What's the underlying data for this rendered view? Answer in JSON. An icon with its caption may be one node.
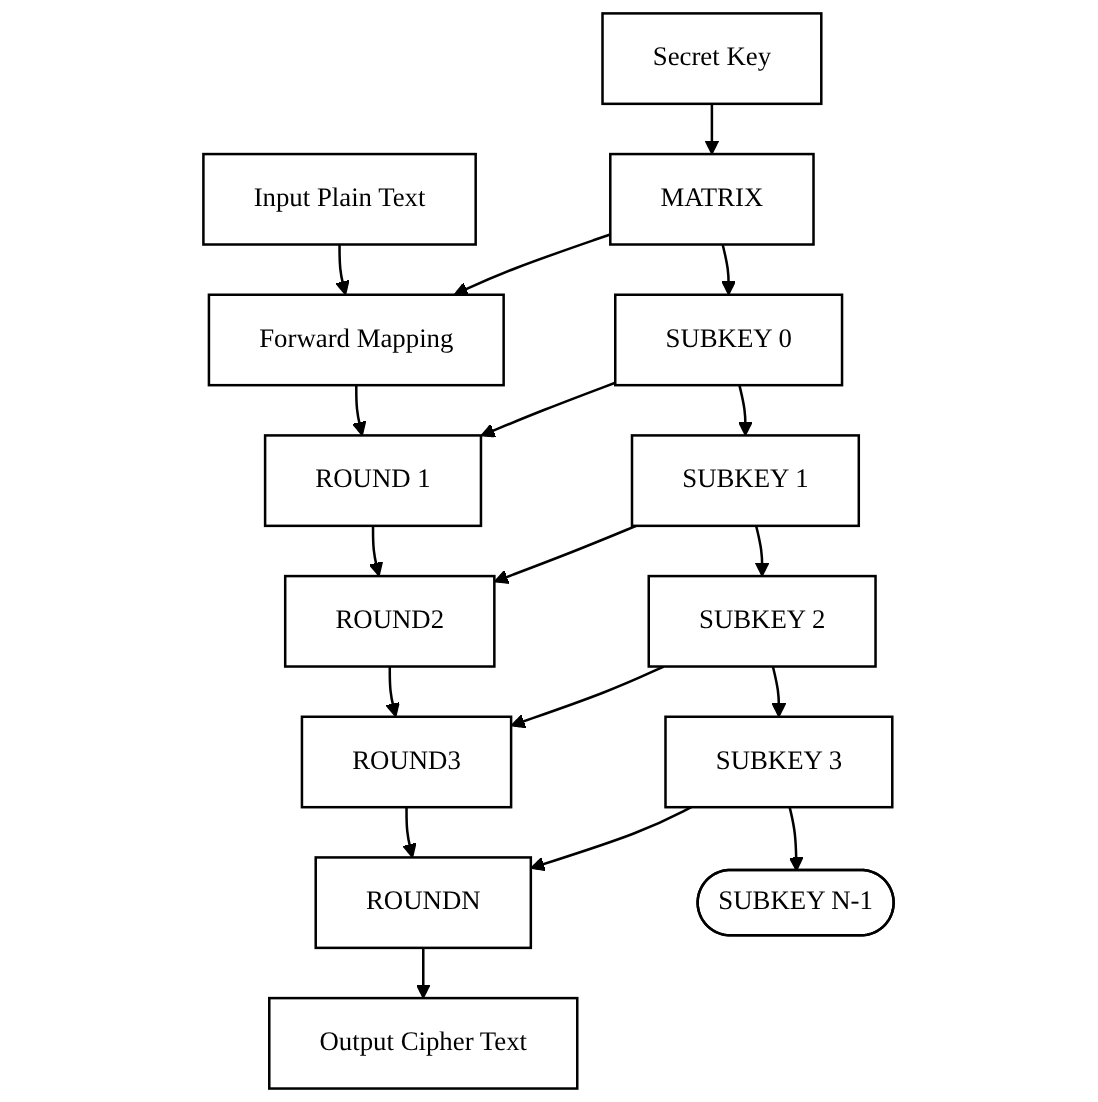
{
  "diagram": {
    "nodes": [
      {
        "text": [
          "Input Plain Text"
        ]
      },
      {
        "text": [
          "Forward Mapping"
        ]
      },
      {
        "text": [
          "ROUND 1"
        ]
      },
      {
        "text": [
          "ROUND2"
        ]
      },
      {
        "text": [
          "ROUND3"
        ]
      },
      {
        "text": [
          "ROUNDN"
        ]
      },
      {
        "text": [
          "Output Cipher Text"
        ]
      },
      {
        "text": [
          "Secret Key"
        ]
      },
      {
        "text": [
          "MATRIX"
        ]
      },
      {
        "text": [
          "SUBKEY 0"
        ]
      },
      {
        "text": [
          "SUBKEY 1"
        ]
      },
      {
        "text": [
          "SUBKEY 2"
        ]
      },
      {
        "text": [
          "SUBKEY 3"
        ]
      },
      {
        "text": [
          "SUBKEY N-1"
        ]
      }
    ],
    "edges": [
      {
        "from": 0,
        "to": 1,
        "arrow": "to"
      },
      {
        "from": 1,
        "to": 2,
        "arrow": "to"
      },
      {
        "from": 2,
        "to": 3,
        "arrow": "to"
      },
      {
        "from": 3,
        "to": 4,
        "arrow": "to"
      },
      {
        "from": 4,
        "to": 5,
        "arrow": "to"
      },
      {
        "from": 5,
        "to": 6,
        "arrow": "to"
      },
      {
        "from": 7,
        "to": 8,
        "arrow": "to"
      },
      {
        "from": 8,
        "to": 1,
        "arrow": "to"
      },
      {
        "from": 8,
        "to": 9,
        "arrow": "to"
      },
      {
        "from": 9,
        "to": 2,
        "arrow": "to"
      },
      {
        "from": 9,
        "to": 10,
        "arrow": "to"
      },
      {
        "from": 10,
        "to": 3,
        "arrow": "to"
      },
      {
        "from": 10,
        "to": 11,
        "arrow": "to"
      },
      {
        "from": 11,
        "to": 4,
        "arrow": "to"
      },
      {
        "from": 11,
        "to": 12,
        "arrow": "to"
      },
      {
        "from": 12,
        "to": 5,
        "arrow": "to"
      },
      {
        "from": 12,
        "to": 13,
        "arrow": "to"
      }
    ]
  }
}
